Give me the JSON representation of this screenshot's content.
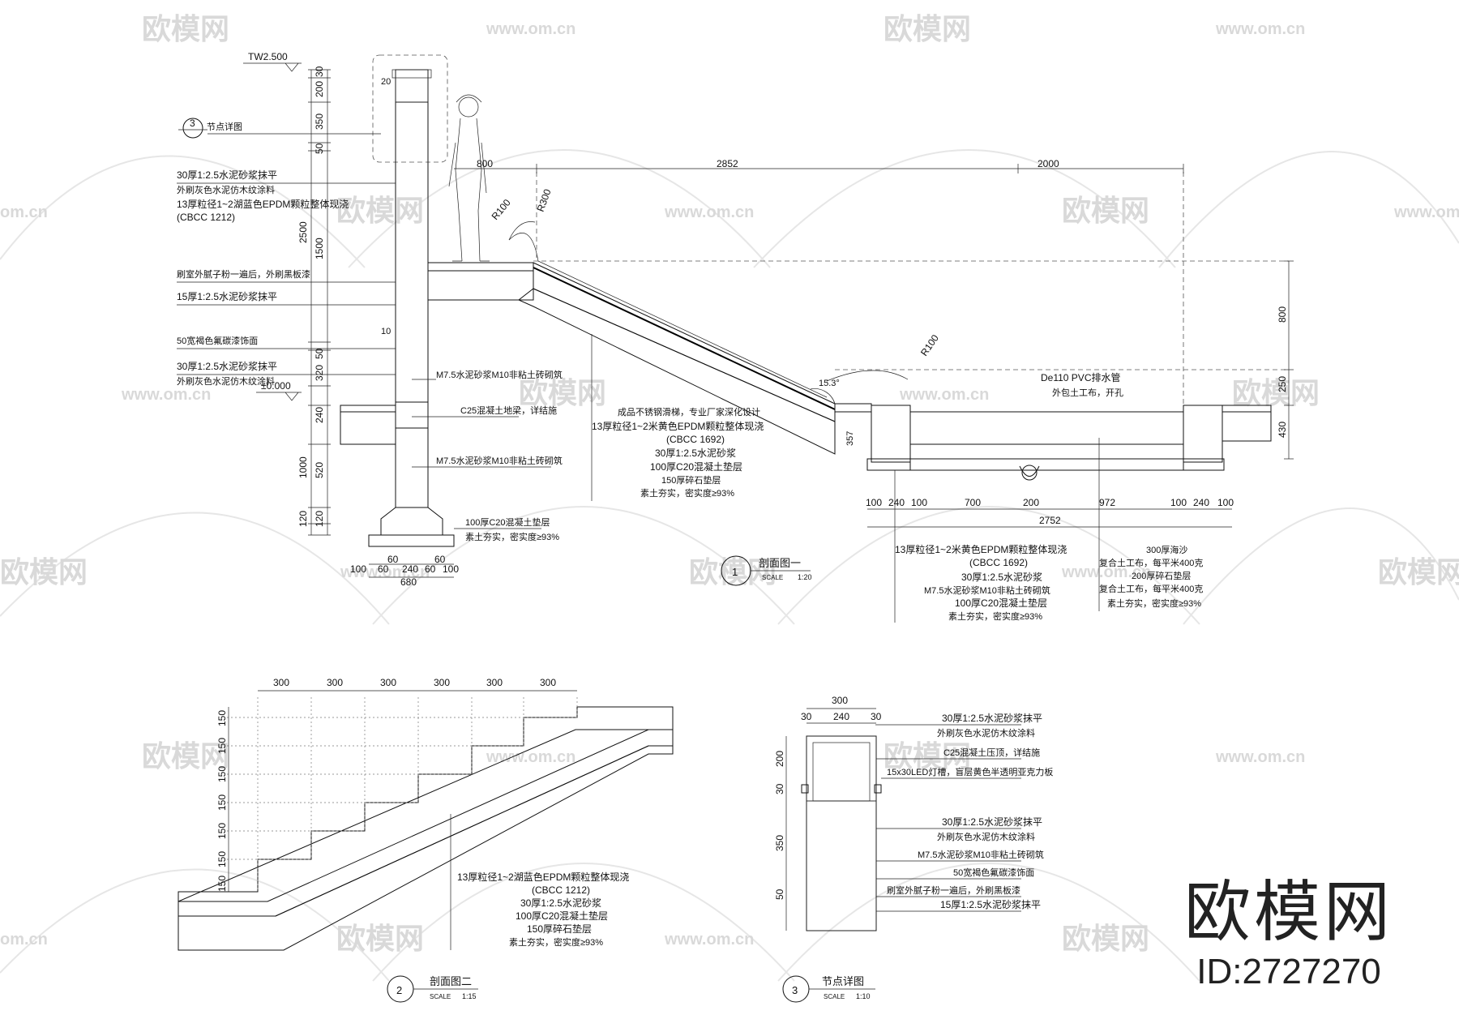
{
  "watermark": {
    "logo_text": "欧模网",
    "site_url": "www.om.cn",
    "site_partial": "om.cn"
  },
  "brand": {
    "name": "欧模网",
    "id": "ID:2727270"
  },
  "section1": {
    "title": "剖面图一",
    "number": "1",
    "scale_label": "SCALE",
    "scale_value": "1:20",
    "tw_label": "TW2.500",
    "zero_label": "±0.000",
    "callout_number": "3",
    "callout_label": "节点详图",
    "left_dims": [
      "30",
      "200",
      "350",
      "50",
      "2500",
      "1500",
      "50",
      "320",
      "240",
      "1000",
      "520",
      "120",
      "120"
    ],
    "left_notes": [
      "30厚1:2.5水泥砂浆抹平",
      "外刷灰色水泥仿木纹涂料",
      "13厚粒径1~2湖蓝色EPDM颗粒整体现浇",
      "(CBCC 1212)",
      "刷室外腻子粉一遍后，外刷黑板漆",
      "15厚1:2.5水泥砂浆抹平",
      "50宽褐色氟碳漆饰面",
      "30厚1:2.5水泥砂浆抹平",
      "外刷灰色水泥仿木纹涂料"
    ],
    "wall_notes": [
      "M7.5水泥砂浆M10非粘土砖砌筑",
      "C25混凝土地梁，详结施",
      "M7.5水泥砂浆M10非粘土砖砌筑"
    ],
    "footing_notes": [
      "100厚C20混凝土垫层",
      "素土夯实，密实度≥93%"
    ],
    "bottom_dims": [
      "100",
      "60",
      "240",
      "60",
      "100",
      "60",
      "60",
      "680"
    ],
    "small_labels": [
      "20",
      "10"
    ],
    "top_dims": [
      "800",
      "2852",
      "2000"
    ],
    "radius_labels": [
      "R100",
      "R300",
      "R100"
    ],
    "angle_label": "15.3°",
    "right_dims": [
      "800",
      "250",
      "430"
    ],
    "slope_notes": [
      "成品不锈钢滑梯，专业厂家深化设计",
      "13厚粒径1~2米黄色EPDM颗粒整体现浇",
      "(CBCC 1692)",
      "30厚1:2.5水泥砂浆",
      "100厚C20混凝土垫层",
      "150厚碎石垫层",
      "素土夯实，密实度≥93%"
    ],
    "slope_dim": "357",
    "pipe_notes": [
      "De110 PVC排水管",
      "外包土工布，开孔"
    ],
    "pit_dims": [
      "100",
      "240",
      "100",
      "700",
      "200",
      "972",
      "100",
      "240",
      "100",
      "2752"
    ],
    "pit_notes_left": [
      "13厚粒径1~2米黄色EPDM颗粒整体现浇",
      "(CBCC 1692)",
      "30厚1:2.5水泥砂浆",
      "M7.5水泥砂浆M10非粘土砖砌筑",
      "100厚C20混凝土垫层",
      "素土夯实，密实度≥93%"
    ],
    "pit_notes_right": [
      "300厚海沙",
      "复合土工布，每平米400克",
      "200厚碎石垫层",
      "复合土工布，每平米400克",
      "素土夯实，密实度≥93%"
    ]
  },
  "section2": {
    "title": "剖面图二",
    "number": "2",
    "scale_label": "SCALE",
    "scale_value": "1:15",
    "top_dims": [
      "300",
      "300",
      "300",
      "300",
      "300",
      "300"
    ],
    "left_dims": [
      "150",
      "150",
      "150",
      "150",
      "150",
      "150",
      "150"
    ],
    "notes": [
      "13厚粒径1~2湖蓝色EPDM颗粒整体现浇",
      "(CBCC 1212)",
      "30厚1:2.5水泥砂浆",
      "100厚C20混凝土垫层",
      "150厚碎石垫层",
      "素土夯实，密实度≥93%"
    ]
  },
  "section3": {
    "title": "节点详图",
    "number": "3",
    "scale_label": "SCALE",
    "scale_value": "1:10",
    "top_dims": [
      "300",
      "30",
      "240",
      "30"
    ],
    "left_dims": [
      "200",
      "30",
      "350",
      "50"
    ],
    "notes": [
      "30厚1:2.5水泥砂浆抹平",
      "外刷灰色水泥仿木纹涂料",
      "C25混凝土压顶，详结施",
      "15x30LED灯槽，盲层黄色半透明亚克力板",
      "30厚1:2.5水泥砂浆抹平",
      "外刷灰色水泥仿木纹涂料",
      "M7.5水泥砂浆M10非粘土砖砌筑",
      "50宽褐色氟碳漆饰面",
      "刷室外腻子粉一遍后，外刷黑板漆",
      "15厚1:2.5水泥砂浆抹平"
    ]
  }
}
